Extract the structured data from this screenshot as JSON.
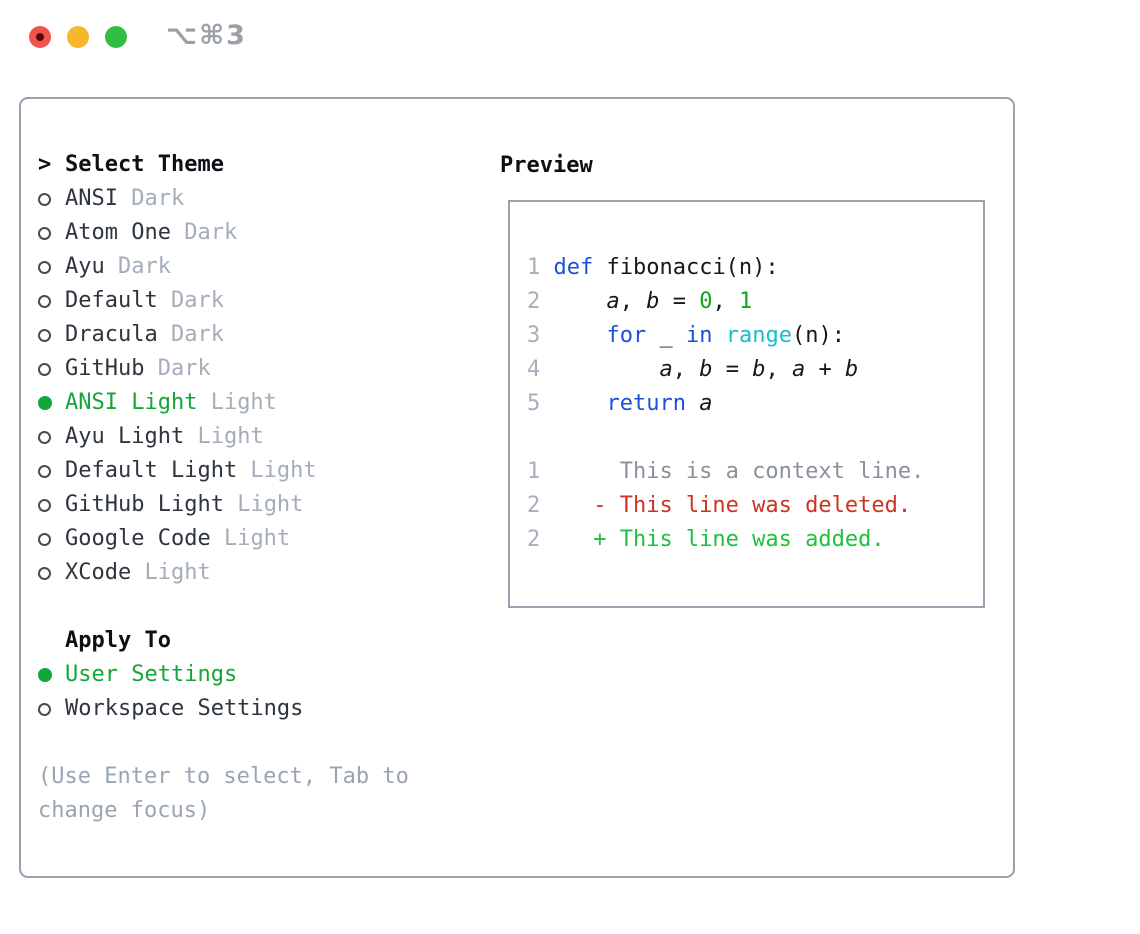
{
  "window": {
    "title": "⌥⌘3"
  },
  "colors": {
    "light-red": "#f2544d",
    "light-yellow": "#f6b62e",
    "light-green": "#30bd41",
    "title-gray": "#9aa0a8",
    "border-gray": "#98a1ae",
    "text-dark": "#2e353e",
    "code-dark": "#15181d",
    "suffix-gray": "#a4adb9",
    "accent-green": "#14a53a",
    "keyword-blue": "#1c50d8",
    "builtin-cyan": "#14bfcb",
    "number-green": "#0fa818",
    "diff-red": "#cb3322",
    "diff-add-green": "#1ec13b",
    "context-gray": "#8b919b",
    "line-number-gray": "#a6aebc",
    "help-gray": "#9aa5b2"
  },
  "theme_panel": {
    "header": {
      "marker": ">",
      "label": "Select Theme"
    },
    "themes": [
      {
        "name": "ANSI",
        "variant": "Dark",
        "selected": false
      },
      {
        "name": "Atom One",
        "variant": "Dark",
        "selected": false
      },
      {
        "name": "Ayu",
        "variant": "Dark",
        "selected": false
      },
      {
        "name": "Default",
        "variant": "Dark",
        "selected": false
      },
      {
        "name": "Dracula",
        "variant": "Dark",
        "selected": false
      },
      {
        "name": "GitHub",
        "variant": "Dark",
        "selected": false
      },
      {
        "name": "ANSI Light",
        "variant": "Light",
        "selected": true
      },
      {
        "name": "Ayu Light",
        "variant": "Light",
        "selected": false
      },
      {
        "name": "Default Light",
        "variant": "Light",
        "selected": false
      },
      {
        "name": "GitHub Light",
        "variant": "Light",
        "selected": false
      },
      {
        "name": "Google Code",
        "variant": "Light",
        "selected": false
      },
      {
        "name": "XCode",
        "variant": "Light",
        "selected": false
      }
    ],
    "apply_to": {
      "label": "Apply To",
      "options": [
        {
          "name": "User Settings",
          "selected": true
        },
        {
          "name": "Workspace Settings",
          "selected": false
        }
      ]
    },
    "help_lines": {
      "0": "(Use Enter to select, Tab to",
      "1": "change focus)"
    }
  },
  "preview": {
    "label": "Preview",
    "code_lines": [
      {
        "num": "1",
        "segments": [
          {
            "t": "def",
            "c": "kw"
          },
          {
            "t": " fibonacci(n):",
            "c": "plain"
          }
        ]
      },
      {
        "num": "2",
        "segments": [
          {
            "t": "    ",
            "c": "plain"
          },
          {
            "t": "a",
            "c": "var"
          },
          {
            "t": ", ",
            "c": "plain"
          },
          {
            "t": "b",
            "c": "var"
          },
          {
            "t": " = ",
            "c": "plain"
          },
          {
            "t": "0",
            "c": "num"
          },
          {
            "t": ", ",
            "c": "plain"
          },
          {
            "t": "1",
            "c": "num"
          }
        ]
      },
      {
        "num": "3",
        "segments": [
          {
            "t": "    ",
            "c": "plain"
          },
          {
            "t": "for",
            "c": "kw"
          },
          {
            "t": " _ ",
            "c": "plain"
          },
          {
            "t": "in",
            "c": "kw"
          },
          {
            "t": " ",
            "c": "plain"
          },
          {
            "t": "range",
            "c": "builtin"
          },
          {
            "t": "(n):",
            "c": "plain"
          }
        ]
      },
      {
        "num": "4",
        "segments": [
          {
            "t": "        ",
            "c": "plain"
          },
          {
            "t": "a",
            "c": "var"
          },
          {
            "t": ", ",
            "c": "plain"
          },
          {
            "t": "b",
            "c": "var"
          },
          {
            "t": " = ",
            "c": "plain"
          },
          {
            "t": "b",
            "c": "var"
          },
          {
            "t": ", ",
            "c": "plain"
          },
          {
            "t": "a",
            "c": "var"
          },
          {
            "t": " + ",
            "c": "plain"
          },
          {
            "t": "b",
            "c": "var"
          }
        ]
      },
      {
        "num": "5",
        "segments": [
          {
            "t": "    ",
            "c": "plain"
          },
          {
            "t": "return",
            "c": "kw"
          },
          {
            "t": " ",
            "c": "plain"
          },
          {
            "t": "a",
            "c": "var"
          }
        ]
      },
      {
        "num": "",
        "segments": []
      },
      {
        "num": "1",
        "segments": [
          {
            "t": "     This is a context line.",
            "c": "ctx"
          }
        ]
      },
      {
        "num": "2",
        "segments": [
          {
            "t": "   - This line was deleted.",
            "c": "del"
          }
        ]
      },
      {
        "num": "2",
        "segments": [
          {
            "t": "   + This line was added.",
            "c": "add"
          }
        ]
      }
    ]
  }
}
